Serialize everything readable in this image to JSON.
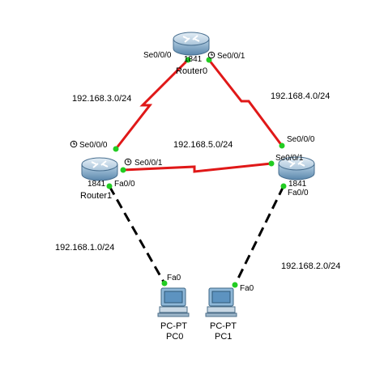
{
  "colors": {
    "serial_link": "#e01818",
    "ethernet_link": "#000000",
    "port_up": "#22cc22",
    "router_body": "#7fa9c9"
  },
  "devices": {
    "router0": {
      "model": "1841",
      "name": "Router0",
      "icon": "router-icon"
    },
    "router1": {
      "model": "1841",
      "name": "Router1",
      "icon": "router-icon"
    },
    "router2": {
      "model": "1841",
      "icon": "router-icon"
    },
    "pc0": {
      "model": "PC-PT",
      "name": "PC0",
      "icon": "pc-icon"
    },
    "pc1": {
      "model": "PC-PT",
      "name": "PC1",
      "icon": "pc-icon"
    }
  },
  "networks": {
    "r0_r1": "192.168.3.0/24",
    "r0_r2": "192.168.4.0/24",
    "r1_r2": "192.168.5.0/24",
    "r1_pc0": "192.168.1.0/24",
    "r2_pc1": "192.168.2.0/24"
  },
  "interfaces": {
    "r0_se000": "Se0/0/0",
    "r0_se001": "Se0/0/1",
    "r1_se000": "Se0/0/0",
    "r1_se001": "Se0/0/1",
    "r1_fa00": "Fa0/0",
    "r2_se000": "Se0/0/0",
    "r2_se001": "Se0/0/1",
    "r2_fa00": "Fa0/0",
    "pc0_fa0": "Fa0",
    "pc1_fa0": "Fa0"
  }
}
